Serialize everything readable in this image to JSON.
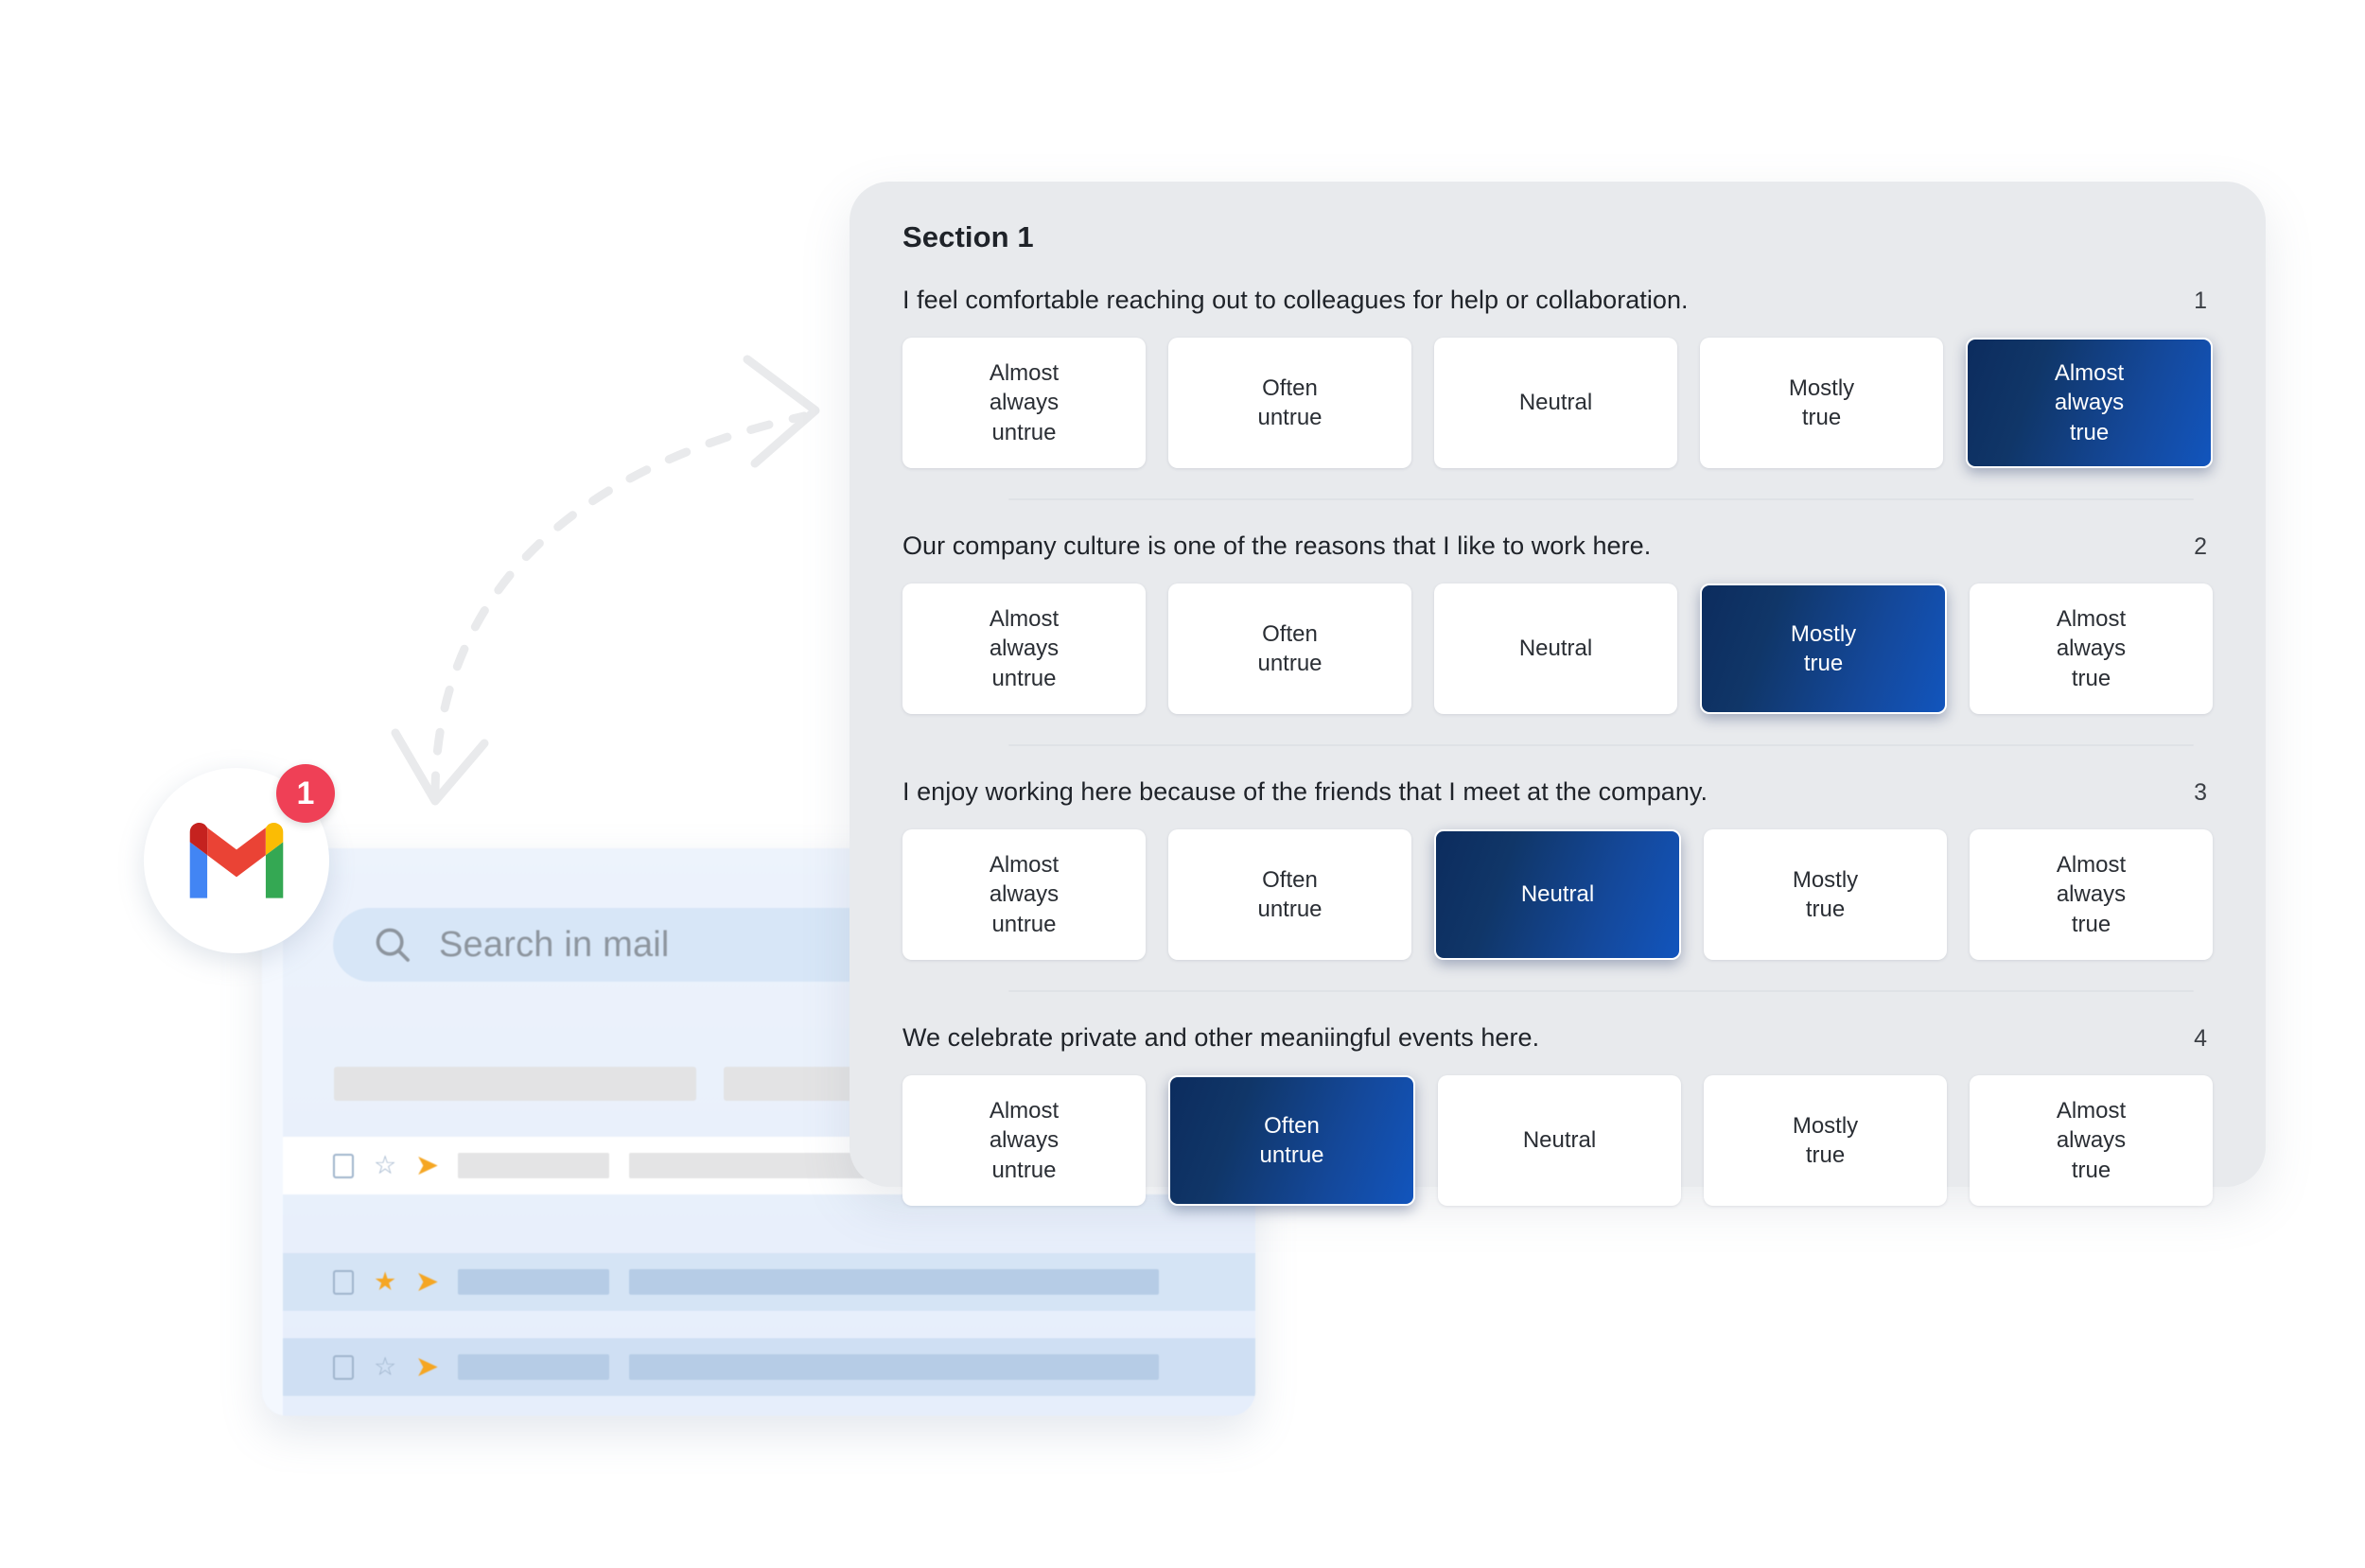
{
  "survey": {
    "section_title": "Section 1",
    "scale_labels": [
      "Almost always untrue",
      "Often untrue",
      "Neutral",
      "Mostly true",
      "Almost always true"
    ],
    "questions": [
      {
        "number": "1",
        "text": "I feel comfortable reaching out to colleagues for help or collaboration.",
        "options": [
          {
            "line1": "Almost",
            "line2": "always",
            "line3": "untrue",
            "selected": false
          },
          {
            "line1": "Often",
            "line2": "untrue",
            "line3": "",
            "selected": false
          },
          {
            "line1": "Neutral",
            "line2": "",
            "line3": "",
            "selected": false
          },
          {
            "line1": "Mostly",
            "line2": "true",
            "line3": "",
            "selected": false
          },
          {
            "line1": "Almost",
            "line2": "always",
            "line3": "true",
            "selected": true
          }
        ]
      },
      {
        "number": "2",
        "text": "Our company culture is one of the reasons that I like to work here.",
        "options": [
          {
            "line1": "Almost",
            "line2": "always",
            "line3": "untrue",
            "selected": false
          },
          {
            "line1": "Often",
            "line2": "untrue",
            "line3": "",
            "selected": false
          },
          {
            "line1": "Neutral",
            "line2": "",
            "line3": "",
            "selected": false
          },
          {
            "line1": "Mostly",
            "line2": "true",
            "line3": "",
            "selected": true
          },
          {
            "line1": "Almost",
            "line2": "always",
            "line3": "true",
            "selected": false
          }
        ]
      },
      {
        "number": "3",
        "text": "I enjoy working here because of the friends that I meet at the company.",
        "options": [
          {
            "line1": "Almost",
            "line2": "always",
            "line3": "untrue",
            "selected": false
          },
          {
            "line1": "Often",
            "line2": "untrue",
            "line3": "",
            "selected": false
          },
          {
            "line1": "Neutral",
            "line2": "",
            "line3": "",
            "selected": true
          },
          {
            "line1": "Mostly",
            "line2": "true",
            "line3": "",
            "selected": false
          },
          {
            "line1": "Almost",
            "line2": "always",
            "line3": "true",
            "selected": false
          }
        ]
      },
      {
        "number": "4",
        "text": "We celebrate private and other meaniingful events here.",
        "options": [
          {
            "line1": "Almost",
            "line2": "always",
            "line3": "untrue",
            "selected": false
          },
          {
            "line1": "Often",
            "line2": "untrue",
            "line3": "",
            "selected": true
          },
          {
            "line1": "Neutral",
            "line2": "",
            "line3": "",
            "selected": false
          },
          {
            "line1": "Mostly",
            "line2": "true",
            "line3": "",
            "selected": false
          },
          {
            "line1": "Almost",
            "line2": "always",
            "line3": "true",
            "selected": false
          }
        ]
      }
    ]
  },
  "gmail": {
    "search_placeholder": "Search in mail",
    "badge_count": "1",
    "rows": [
      {
        "starred": false,
        "state": "unread"
      },
      {
        "starred": true,
        "state": "read"
      },
      {
        "starred": false,
        "state": "read2"
      }
    ]
  },
  "colors": {
    "selected_start": "#0c2c5e",
    "selected_end": "#1255bd",
    "panel_bg": "#e8eaed",
    "badge": "#ef4056",
    "star": "#f5a623"
  }
}
